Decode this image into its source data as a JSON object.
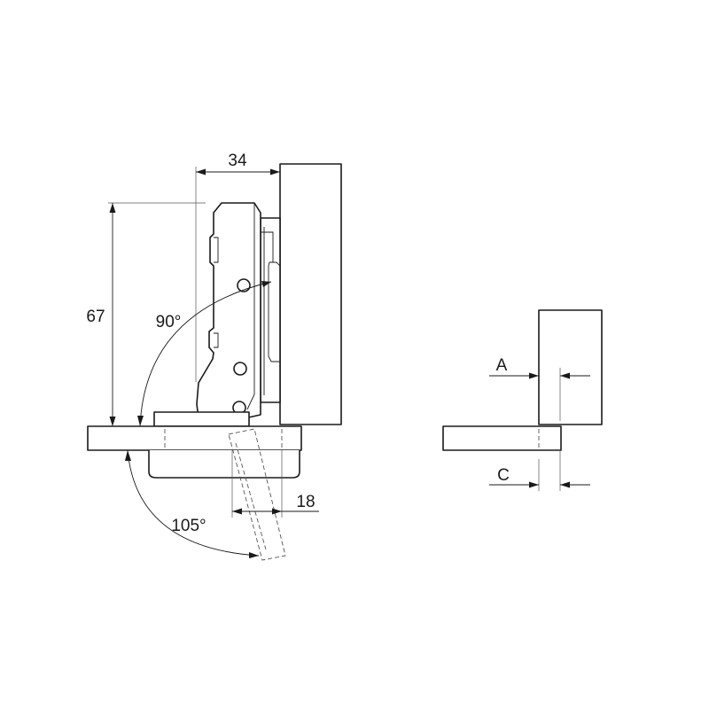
{
  "diagram": {
    "dimensions": {
      "width": "34",
      "height": "67",
      "door_angle": "90°",
      "opening_angle": "105°",
      "depth": "18"
    },
    "detail_labels": {
      "a": "A",
      "c": "C"
    }
  }
}
